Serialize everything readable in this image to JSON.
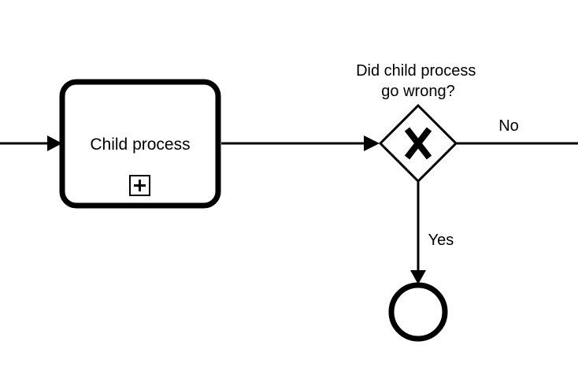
{
  "task": {
    "label": "Child process",
    "marker_icon": "collapsed-subprocess-plus-icon"
  },
  "gateway": {
    "question_lines": [
      "Did child process",
      "go wrong?"
    ],
    "marker_icon": "exclusive-x-icon"
  },
  "flows": {
    "no_label": "No",
    "yes_label": "Yes"
  },
  "colors": {
    "stroke": "#000000",
    "background": "#ffffff"
  }
}
